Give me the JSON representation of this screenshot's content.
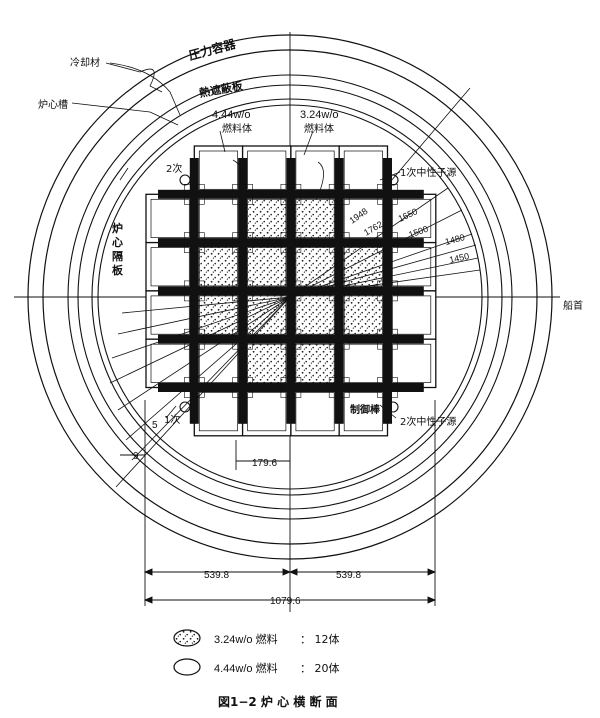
{
  "labels": {
    "pressure_vessel": "圧力容器",
    "coolant": "冷却材",
    "thermal_shield": "熱遮蔽板",
    "core_barrel": "炉心槽",
    "baffle": "炉心隔板",
    "fuel_444": "4.44w/o",
    "fuel_444_sub": "燃料体",
    "fuel_324": "3.24w/o",
    "fuel_324_sub": "燃料体",
    "secondary_left": "2次",
    "primary_neutron_source": "1次中性子源",
    "control_rod": "制御棒",
    "secondary_neutron_source": "2次中性子源",
    "primary_left": "1次",
    "num_five": "5",
    "num_nine": "9",
    "axis_label": "船首"
  },
  "dimensions": {
    "r1948": "1948",
    "r1762": "1762",
    "r1650": "1650",
    "r1500": "1500",
    "r1480": "1480",
    "r1450": "1450",
    "pitch": "179.6",
    "half_left": "539.8",
    "half_right": "539.8",
    "total": "1079.6"
  },
  "legend": {
    "item1_name": "3.24w/o 燃料",
    "item1_count": "： 12体",
    "item2_name": "4.44w/o 燃料",
    "item2_count": "： 20体"
  },
  "caption": "図1−2 炉 心 横 断 面"
}
